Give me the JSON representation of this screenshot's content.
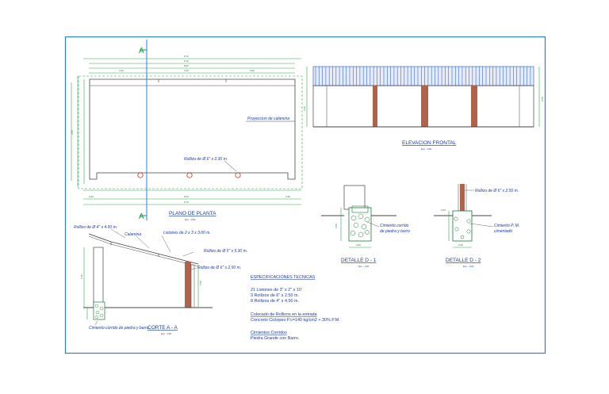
{
  "plan": {
    "title": "PLANO DE PLANTA",
    "scale": "Esc.: 1/50",
    "label_projection": "Proyeccion de calamina",
    "label_rollizos": "Rollizo de Ø 6\" x 2.30 m.",
    "section_mark": "A"
  },
  "elevation": {
    "title": "ELEVACION FRONTAL",
    "scale": "Esc.: 1/50"
  },
  "corte": {
    "title": "CORTE A - A",
    "scale": "Esc.: 1/50",
    "label_rollizo_top": "Rollizo de Ø 4\" x 4.50 m.",
    "label_calamina": "Calamina",
    "label_listones": "Listones de 2 x 3 x 3.00 m.",
    "label_rollizo_mid": "Rollizo de Ø 5\" x 5.30 m.",
    "label_rollizo_right": "Rollizo de Ø 6\" x 2.50 m.",
    "label_cimiento": "Cimiento corrido de piedra y barro"
  },
  "detalle1": {
    "title": "DETALLE  D - 1",
    "scale": "Esc.: 1/20",
    "label": "Cimiento corrido de piedra y barro"
  },
  "detalle2": {
    "title": "DETALLE  D - 2",
    "scale": "Esc.: 1/20",
    "label_rollizo": "Rollizo de Ø 6\" x 2.50 m.",
    "label_cimiento": "Cimiento P. M. cimentado"
  },
  "specs": {
    "heading": "ESPECIFICACIONES TECNICAS",
    "items": [
      "21  Listones de 3\" x 2\" x 10'",
      "3   Rollizos de 6\" x 2.50 m.",
      "8   Rollizos de 4\" x 4.50 m."
    ],
    "colocado_heading": "Colocado de Rollizos en la entrada",
    "colocado_text": "Concreto Ciclopeo F'c=140 kg/cm2 + 30% P.M.",
    "cimientos_heading": "Cimientos Corridos",
    "cimientos_text": "Piedra Grande con Barro."
  },
  "colors": {
    "frame": "#2a7fd4",
    "line": "#333333",
    "dimension": "#2aa84a",
    "text": "#1a3aa8",
    "post": "#b0624a",
    "roof": "#3a6ad0"
  }
}
